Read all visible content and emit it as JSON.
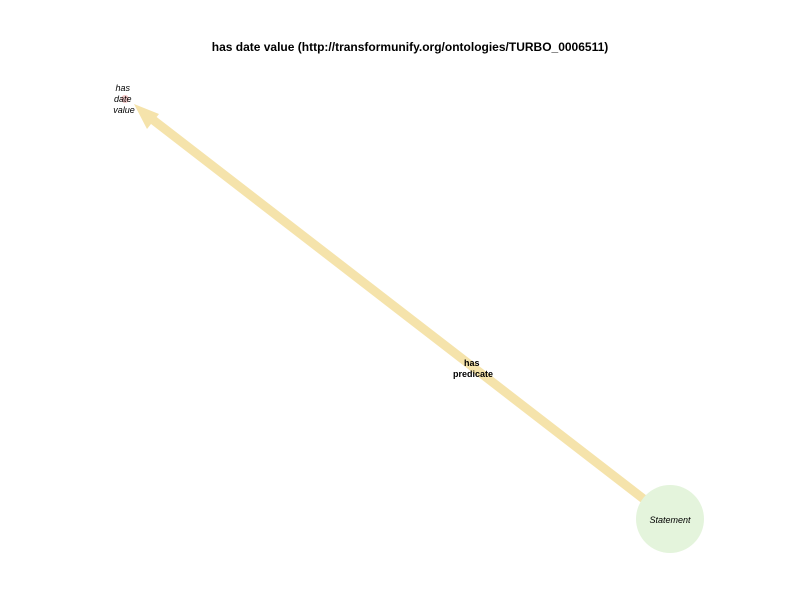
{
  "title": "has date value (http://transformunify.org/ontologies/TURBO_0006511)",
  "colors": {
    "edge": "#f5e3ab",
    "statement_node": "#e4f4dc",
    "property_node": "#f3c9c9",
    "text": "#000000"
  },
  "nodes": {
    "property": {
      "label_lines": [
        "has",
        "date",
        "value"
      ]
    },
    "statement": {
      "label": "Statement"
    }
  },
  "edge": {
    "label_lines": [
      "has",
      "predicate"
    ]
  }
}
